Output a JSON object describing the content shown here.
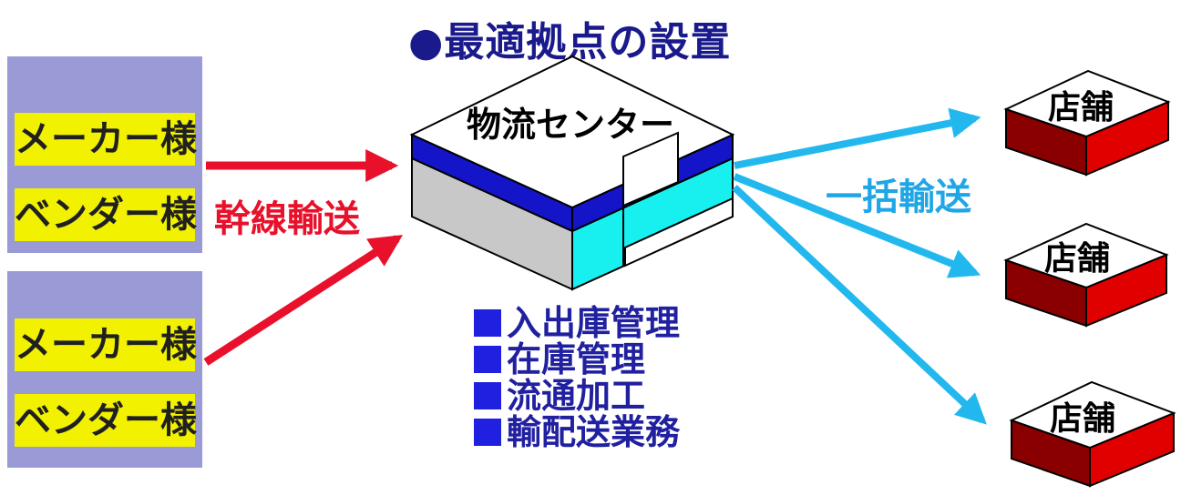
{
  "title": "●最適拠点の設置",
  "supplier_groups": [
    {
      "items": [
        "メーカー様",
        "ベンダー様"
      ]
    },
    {
      "items": [
        "メーカー様",
        "ベンダー様"
      ]
    }
  ],
  "trunk_transport_label": "幹線輸送",
  "center_label": "物流センター",
  "batch_transport_label": "一括輸送",
  "functions": [
    "入出庫管理",
    "在庫管理",
    "流通加工",
    "輸配送業務"
  ],
  "store_label": "店舗",
  "colors": {
    "title": "#1a1a8c",
    "supplier_bg": "#9a9ad6",
    "label_bg": "#f2f200",
    "trunk_arrow": "#e8102a",
    "batch_arrow": "#22b8ee",
    "center_stripe": "#1414c8",
    "center_cyan": "#18f0f0",
    "store_front": "#e00000",
    "store_side": "#8a0000",
    "function_square": "#2020e0"
  }
}
